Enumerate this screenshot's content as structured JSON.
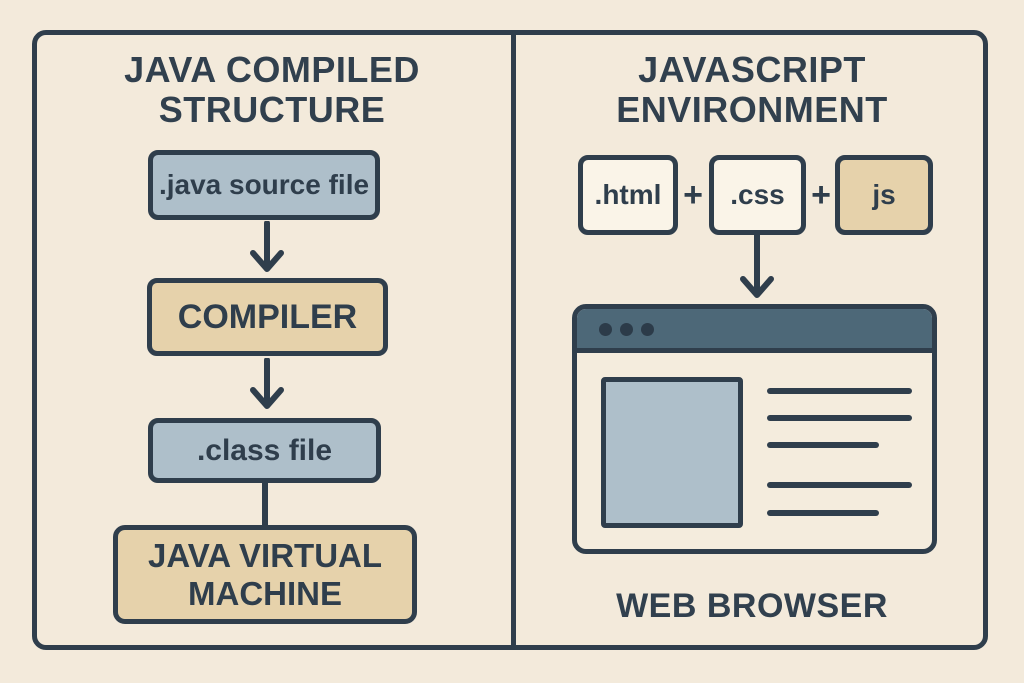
{
  "colors": {
    "background": "#f3eadb",
    "ink": "#2f3e4c",
    "blue_gray_fill": "#aebfca",
    "tan_fill": "#e6d2ab",
    "light_fill": "#faf4e8",
    "browser_bar": "#4d6878"
  },
  "java_panel": {
    "title_line1": "JAVA COMPILED",
    "title_line2": "STRUCTURE",
    "source_box_label": ".java source file",
    "compiler_box_label": "COMPILER",
    "class_box_label": ".class file",
    "jvm_box_label": "JAVA VIRTUAL MACHINE"
  },
  "javascript_panel": {
    "title_line1": "JAVASCRIPT",
    "title_line2": "ENVIRONMENT",
    "html_box_label": ".html",
    "plus_sign": "+",
    "css_box_label": ".css",
    "js_box_label": "js",
    "browser_label": "WEB BROWSER"
  }
}
